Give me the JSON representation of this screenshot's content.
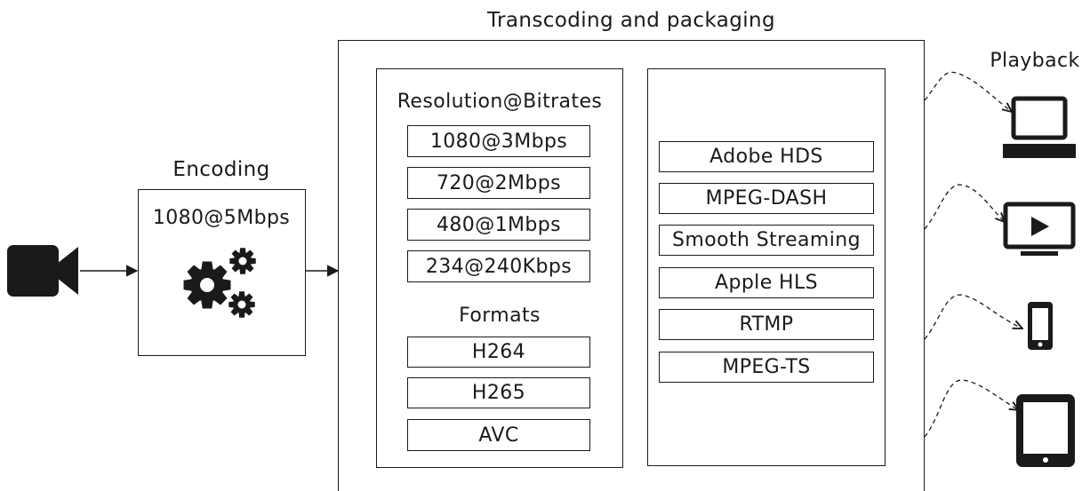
{
  "encoding": {
    "title": "Encoding",
    "input_label": "1080@5Mbps"
  },
  "transcoding": {
    "title": "Transcoding and packaging",
    "resolutions_heading": "Resolution@Bitrates",
    "resolutions": [
      "1080@3Mbps",
      "720@2Mbps",
      "480@1Mbps",
      "234@240Kbps"
    ],
    "formats_heading": "Formats",
    "formats": [
      "H264",
      "H265",
      "AVC"
    ],
    "protocols": [
      "Adobe HDS",
      "MPEG-DASH",
      "Smooth Streaming",
      "Apple HLS",
      "RTMP",
      "MPEG-TS"
    ]
  },
  "playback": {
    "title": "Playback",
    "devices": [
      "laptop-icon",
      "tv-icon",
      "smartphone-icon",
      "tablet-icon"
    ]
  },
  "icons": {
    "source": "video-camera-icon",
    "encoder": "gears-icon"
  },
  "colors": {
    "ink": "#1a1a1a",
    "background": "#ffffff"
  }
}
